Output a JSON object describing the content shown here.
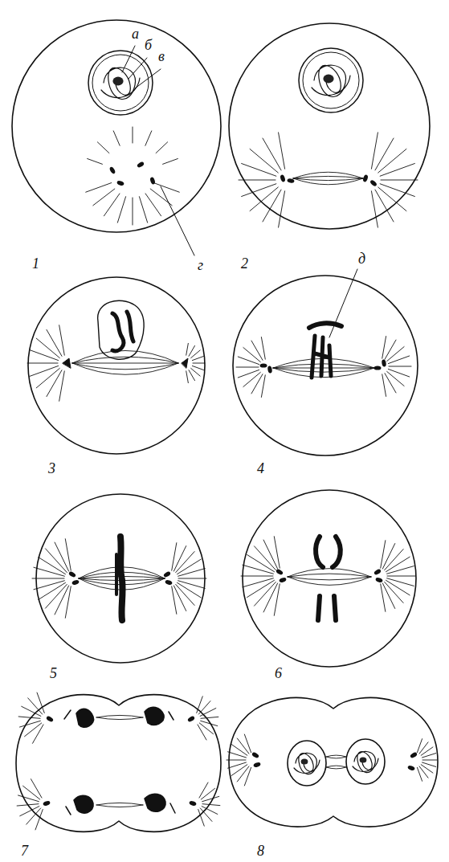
{
  "diagram": {
    "labels": [
      "а",
      "б",
      "в",
      "1",
      "г",
      "2",
      "д",
      "3",
      "4",
      "5",
      "6",
      "7",
      "8"
    ]
  }
}
